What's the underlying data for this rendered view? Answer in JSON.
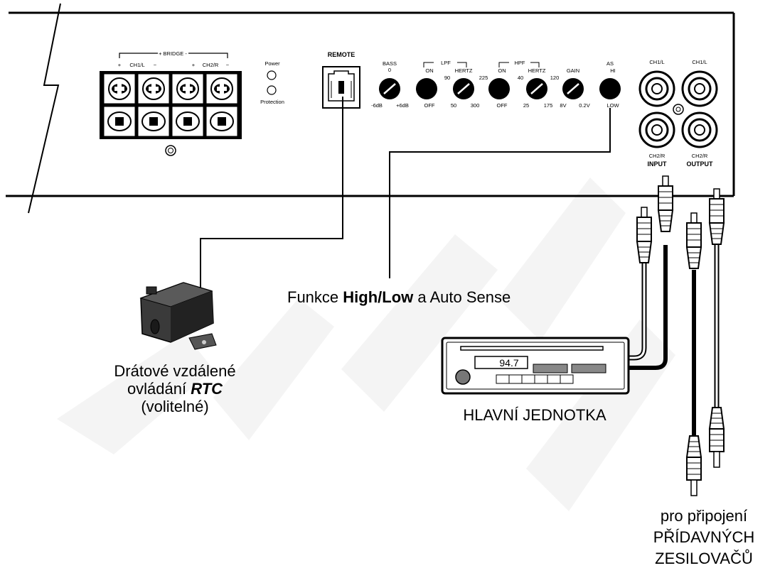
{
  "panel": {
    "bridge_label": "+ BRIDGE -",
    "terminal_labels": [
      "+",
      "CH1/L",
      "−",
      "+",
      "CH2/R",
      "−"
    ],
    "power_label": "Power",
    "protection_label": "Protection",
    "remote_label": "REMOTE",
    "bass_label": "BASS",
    "bass_zero": "0",
    "bass_min": "-6dB",
    "bass_max": "+6dB",
    "lpf_label": "LPF",
    "lpf_on": "ON",
    "lpf_off": "OFF",
    "lpf_hertz": "HERTZ",
    "lpf_90": "90",
    "lpf_225": "225",
    "lpf_50": "50",
    "lpf_300": "300",
    "hpf_label": "HPF",
    "hpf_on": "ON",
    "hpf_off": "OFF",
    "hpf_hertz": "HERTZ",
    "hpf_40": "40",
    "hpf_120": "120",
    "hpf_25": "25",
    "hpf_175": "175",
    "gain_label": "GAIN",
    "gain_min": "8V",
    "gain_max": "0.2V",
    "as_label": "AS",
    "as_hi": "HI",
    "as_low": "LOW",
    "rca_ch1_in": "CH1/L",
    "rca_ch1_out": "CH1/L",
    "rca_ch2_in": "CH2/R",
    "rca_ch2_out": "CH2/R",
    "input_label": "INPUT",
    "output_label": "OUTPUT"
  },
  "captions": {
    "function_prefix": "Funkce ",
    "function_bold": "High/Low",
    "function_suffix": " a Auto Sense",
    "remote_line1": "Drátové vzdálené",
    "remote_line2_prefix": "ovládání ",
    "remote_line2_italic": "RTC",
    "remote_line3": "(volitelné)",
    "head_unit": "HLAVNÍ JEDNOTKA",
    "extra_line1": "pro připojení",
    "extra_line2": "PŘÍDAVNÝCH",
    "extra_line3": "ZESILOVAČŮ"
  },
  "head_unit": {
    "frequency": "94.7"
  }
}
